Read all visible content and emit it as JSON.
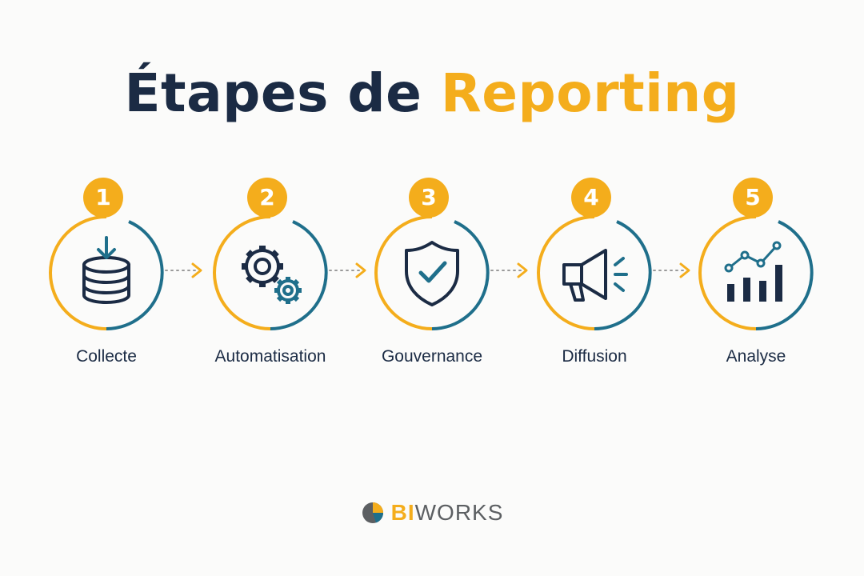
{
  "title": {
    "main": "Étapes de",
    "accent": "Reporting"
  },
  "steps": [
    {
      "number": "1",
      "label": "Collecte",
      "icon": "database-download-icon"
    },
    {
      "number": "2",
      "label": "Automatisation",
      "icon": "gears-icon"
    },
    {
      "number": "3",
      "label": "Gouvernance",
      "icon": "shield-check-icon"
    },
    {
      "number": "4",
      "label": "Diffusion",
      "icon": "megaphone-icon"
    },
    {
      "number": "5",
      "label": "Analyse",
      "icon": "bar-line-chart-icon"
    }
  ],
  "brand": {
    "part1": "BI",
    "part2": "WORKS",
    "logo": "pie-logo-icon"
  },
  "colors": {
    "accent": "#f4ad1c",
    "teal": "#1f6f8b",
    "navy": "#1b2b44",
    "grey": "#5c5f62"
  }
}
